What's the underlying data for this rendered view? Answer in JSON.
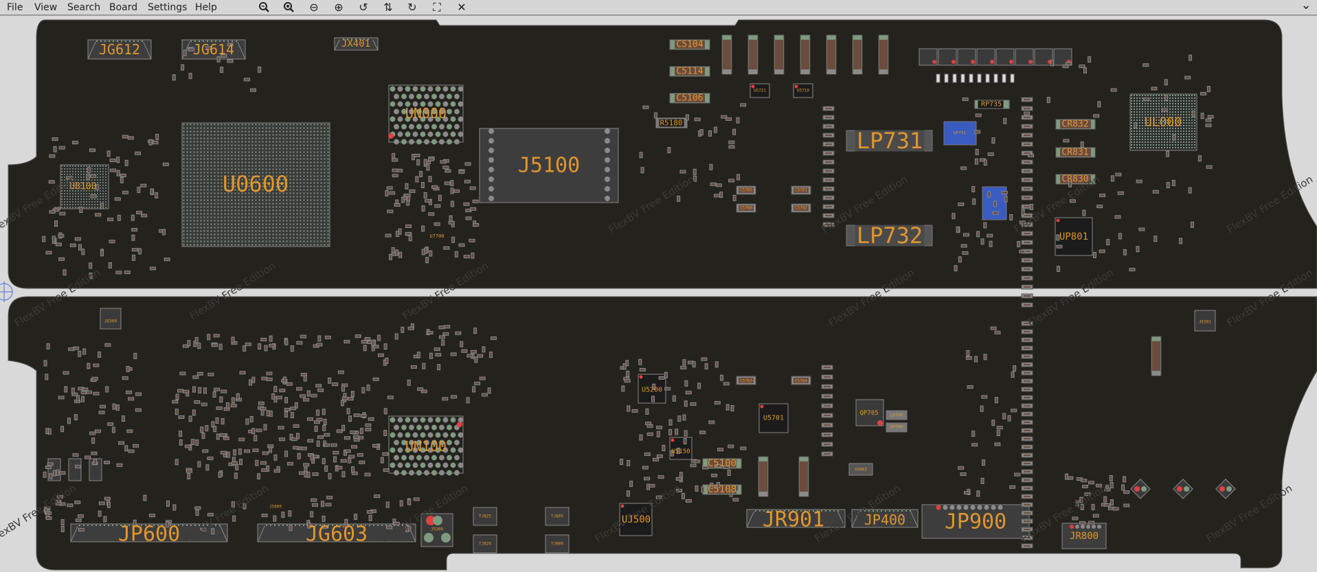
{
  "menu": [
    "File",
    "View",
    "Search",
    "Board",
    "Settings",
    "Help"
  ],
  "toolbar": [
    {
      "name": "zoom-out-icon",
      "glyph": "🔍︎"
    },
    {
      "name": "zoom-in-icon",
      "glyph": "🔍︎"
    },
    {
      "name": "minus-circle-icon",
      "glyph": "⊖"
    },
    {
      "name": "plus-circle-icon",
      "glyph": "⊕"
    },
    {
      "name": "rotate-ccw-icon",
      "glyph": "↺"
    },
    {
      "name": "flip-icon",
      "glyph": "⇅"
    },
    {
      "name": "rotate-cw-icon",
      "glyph": "↻"
    },
    {
      "name": "fit-view-icon",
      "glyph": "⛶"
    },
    {
      "name": "close-icon",
      "glyph": "✕"
    }
  ],
  "overflow_glyph": "⌄",
  "watermark": "FlexBV Free Edition",
  "colors": {
    "board": "#24221d",
    "label": "#e0962f",
    "part": "#3b3b3b",
    "outline": "#808080",
    "pad_green": "#7e9a80",
    "pad_gray": "#8a8a8a",
    "pin1": "#e04040",
    "blue": "#3a5bc0",
    "brown": "#6b4c3f"
  },
  "top_board": {
    "big_labels": [
      "JG612",
      "JG614",
      "JX401",
      "UN000",
      "J5100",
      "U0600",
      "U8100",
      "LP731",
      "LP732",
      "UL000",
      "UP801"
    ],
    "caps": [
      "C5104",
      "C5114",
      "C5106",
      "R5180",
      "RP735",
      "CR832",
      "CR831",
      "CR830"
    ],
    "small": [
      "U5721",
      "U5710",
      "C5785",
      "C5781",
      "C5780",
      "C5782",
      "U7700",
      "UP731"
    ]
  },
  "bottom_board": {
    "big_labels": [
      "JP600",
      "JG603",
      "UN100",
      "JR901",
      "JP400",
      "JP900",
      "JR800",
      "UJ500",
      "U5200",
      "U5701",
      "U5150",
      "QP705",
      "JE500",
      "JE501",
      "J5300"
    ],
    "caps": [
      "C5100",
      "C5108",
      "C5783",
      "C5784",
      "LP700",
      "RP700",
      "SV003"
    ],
    "small": [
      "TJ825",
      "TJ805",
      "TJ820",
      "TJ800",
      "J5600"
    ]
  }
}
